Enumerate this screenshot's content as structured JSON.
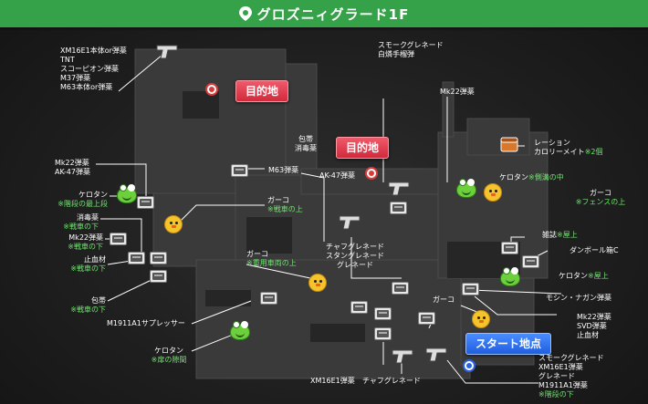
{
  "header": {
    "title": "グロズニィグラード1F"
  },
  "callouts": {
    "objective_1": "目的地",
    "objective_2": "目的地",
    "start": "スタート地点"
  },
  "labels": {
    "tl_items": "XM16E1本体or弾薬\nTNT\nスコーピオン弾薬\nM37弾薬\nM63本体or弾薬",
    "smoke_wp": "スモークグレネード\n白燐手榴弾",
    "mk22_top": "Mk22弾薬",
    "bandage_med": "包帯\n消毒薬",
    "m63_ammo": "M63弾薬",
    "ak47_center": "AK-47弾薬",
    "ration_name": "レーション",
    "ration_detail": "カロリーメイト",
    "ration_count": "※2個",
    "mk22_ak_left": "Mk22弾薬\nAK-47弾薬",
    "frog_left": "ケロタン",
    "frog_left_note": "※階段の最上段",
    "disinfect_name": "消毒薬",
    "disinfect_note": "※戦車の下",
    "mk22_left_name": "Mk22弾薬",
    "mk22_left_note": "※戦車の下",
    "hemo_name": "止血材",
    "hemo_note": "※戦車の下",
    "bandage_name": "包帯",
    "bandage_note": "※戦車の下",
    "m1911_left": "M1911A1サプレッサー",
    "frog_bottom": "ケロタン",
    "frog_bottom_note": "※扉の隙間",
    "gako_1": "ガーコ",
    "gako_1_note": "※戦車の上",
    "gako_2": "ガーコ",
    "gako_2_note": "※重用車両の上",
    "chaff_stun": "チャフグレネード\nスタングレネード\nグレネード",
    "frog_right_top": "ケロタン",
    "frog_right_top_note": "※側溝の中",
    "gako_right": "ガーコ",
    "gako_right_note": "※フェンスの上",
    "magazine": "雑誌",
    "magazine_note": "※屋上",
    "cardboard": "ダンボール箱C",
    "frog_right_mid": "ケロタン",
    "frog_right_mid_note": "※屋上",
    "mosin": "モシン・ナガン弾薬",
    "gako_bottom": "ガーコ",
    "mk22_svd": "Mk22弾薬\nSVD弾薬\n止血材",
    "xm16_bottom": "XM16E1弾薬",
    "chaff_bottom": "チャフグレネード",
    "start_items": "スモークグレネード\nXM16E1弾薬\nグレネード\nM1911A1弾薬",
    "start_items_note": "※階段の下"
  },
  "colors": {
    "header": "#35a24a",
    "note": "#6fe36f",
    "objective": "#d12a3c",
    "start": "#1f5fe0"
  }
}
